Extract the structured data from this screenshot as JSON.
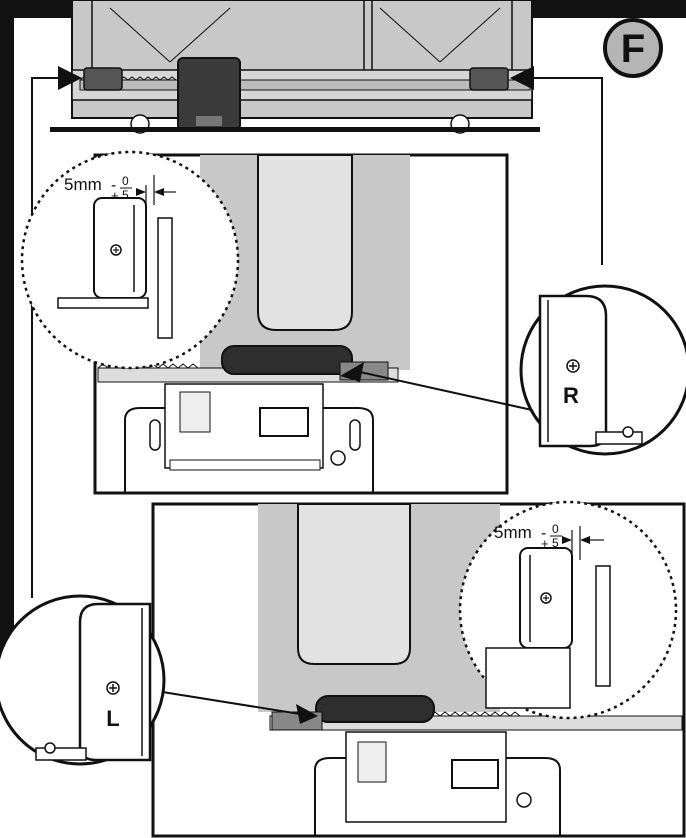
{
  "section_badge": "F",
  "callouts": {
    "top_left": {
      "gap_value": "5mm",
      "tol_top": "0",
      "tol_bottom": "5"
    },
    "bottom_right": {
      "gap_value": "5mm",
      "tol_top": "0",
      "tol_bottom": "5"
    }
  },
  "limit_switches": {
    "right": {
      "letter": "R"
    },
    "left": {
      "letter": "L"
    }
  },
  "colors": {
    "ink": "#111111",
    "panel_bg": "#ffffff",
    "gate_grey": "#c8c8c8",
    "slot_grey": "#dcdcdc",
    "motor_dark": "#3a3a3a"
  }
}
